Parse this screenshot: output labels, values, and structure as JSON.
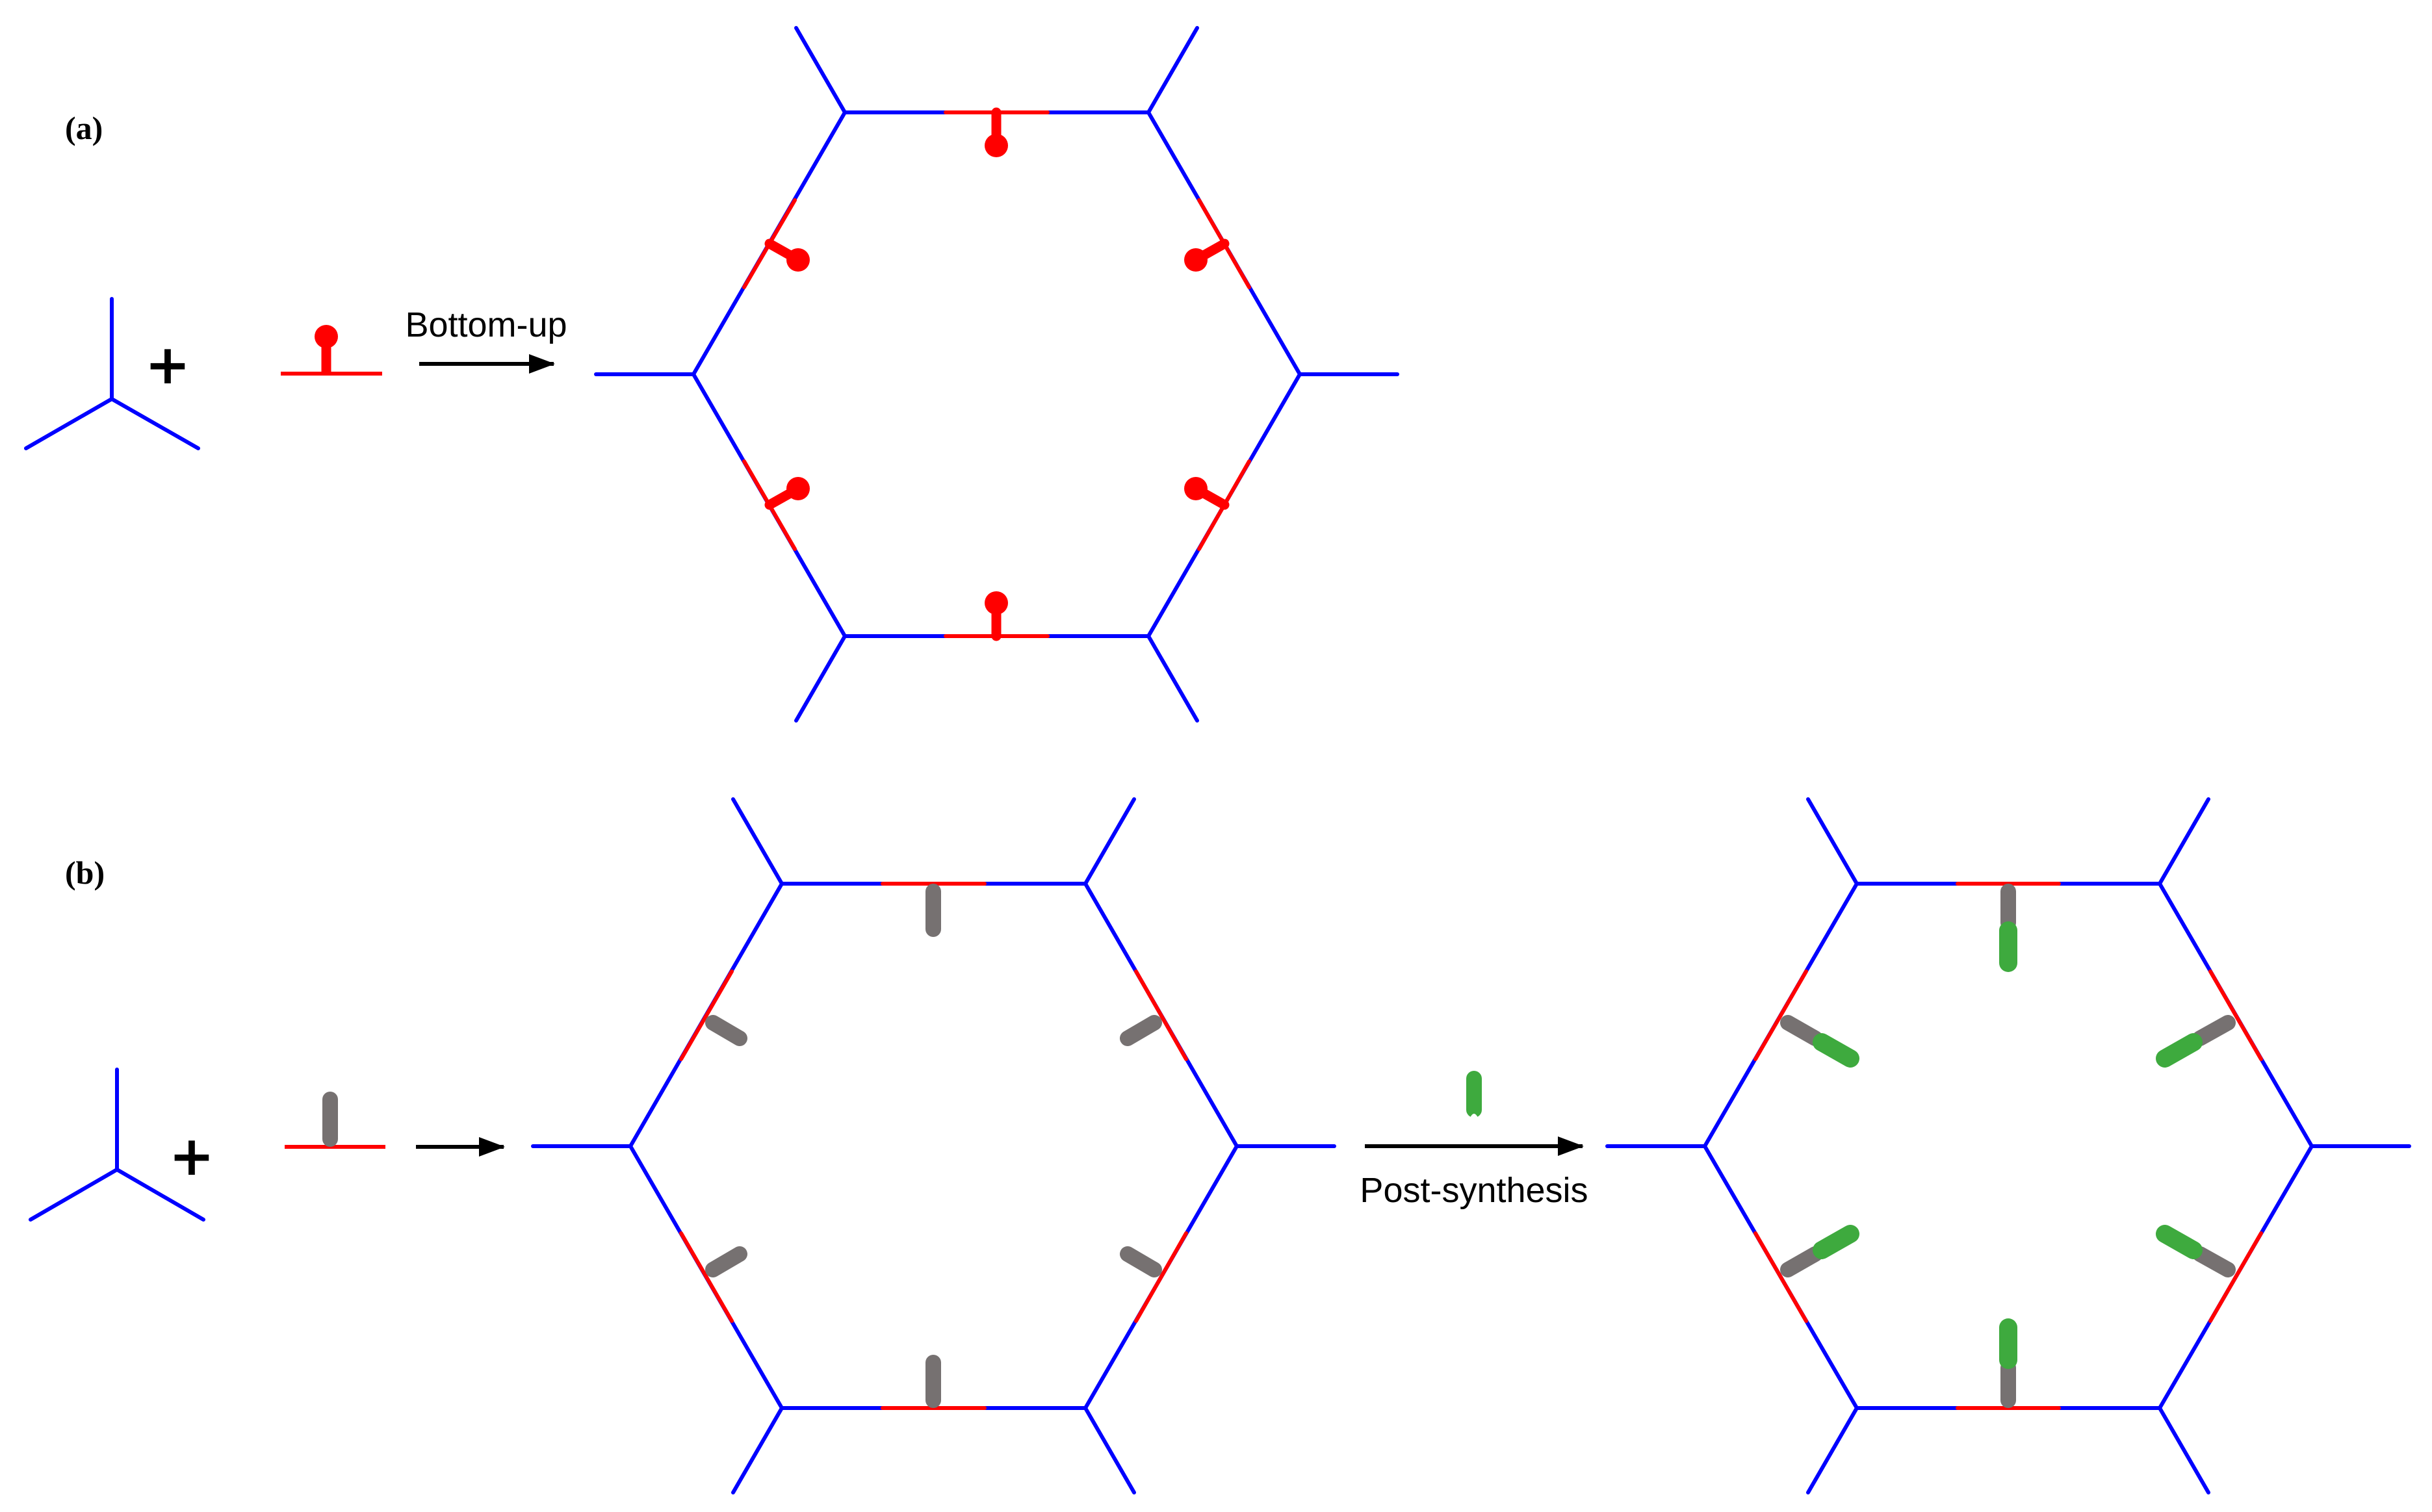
{
  "panels": [
    {
      "id": "a",
      "label": "(a)",
      "arrow_label": "Bottom-up"
    },
    {
      "id": "b",
      "label": "(b)",
      "arrow_label": "Post-synthesis"
    }
  ],
  "plus_sign": "+",
  "colors": {
    "linker": "#0000ff",
    "modified_segment": "#ff0000",
    "functional_group": "#ff0000",
    "precursor_group": "#767171",
    "attached_group": "#3eaa3e",
    "arrow": "#000000"
  }
}
